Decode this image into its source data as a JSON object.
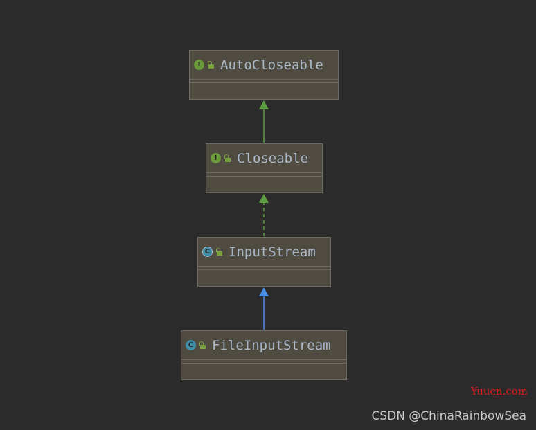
{
  "diagram": {
    "nodes": [
      {
        "id": "autocloseable",
        "name": "AutoCloseable",
        "kind": "interface",
        "badge": "I",
        "visibility_icon": "public-lock-icon"
      },
      {
        "id": "closeable",
        "name": "Closeable",
        "kind": "interface",
        "badge": "I",
        "visibility_icon": "public-lock-icon"
      },
      {
        "id": "inputstream",
        "name": "InputStream",
        "kind": "abstract-class",
        "badge": "C",
        "visibility_icon": "public-lock-icon"
      },
      {
        "id": "fileinputstream",
        "name": "FileInputStream",
        "kind": "class",
        "badge": "C",
        "visibility_icon": "public-lock-icon"
      }
    ],
    "edges": [
      {
        "from": "closeable",
        "to": "autocloseable",
        "relation": "extends",
        "style": "solid",
        "color": "#5e9d43"
      },
      {
        "from": "inputstream",
        "to": "closeable",
        "relation": "implements",
        "style": "dashed",
        "color": "#5e9d43"
      },
      {
        "from": "fileinputstream",
        "to": "inputstream",
        "relation": "extends",
        "style": "solid",
        "color": "#4c8ee6"
      }
    ]
  },
  "watermarks": {
    "site": "Yuucn.com",
    "author": "CSDN @ChinaRainbowSea"
  },
  "colors": {
    "background": "#2b2b2b",
    "node_fill": "#4f4b41",
    "node_border": "#6f6b62",
    "interface_badge": "#6a9a3a",
    "class_badge": "#3e8ea8",
    "text": "#a9b7c6"
  }
}
